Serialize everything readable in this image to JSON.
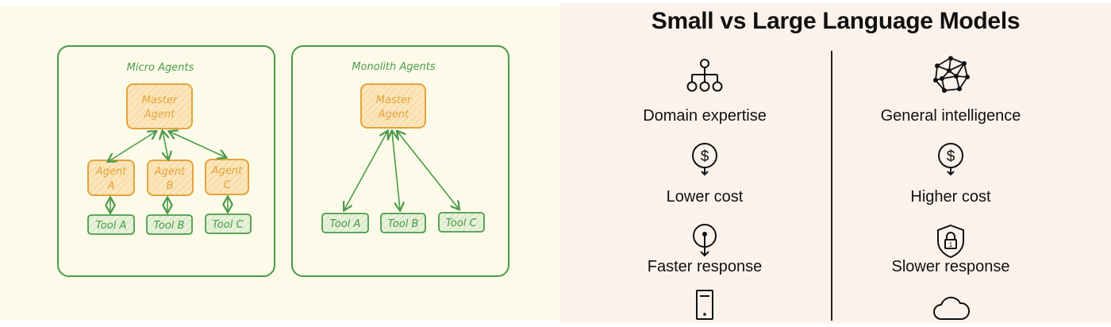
{
  "left_diagram": {
    "micro": {
      "title": "Micro Agents",
      "master": [
        "Master",
        "Agent"
      ],
      "agents": [
        [
          "Agent",
          "A"
        ],
        [
          "Agent",
          "B"
        ],
        [
          "Agent",
          "C"
        ]
      ],
      "tools": [
        "Tool A",
        "Tool B",
        "Tool C"
      ]
    },
    "monolith": {
      "title": "Monolith Agents",
      "master": [
        "Master",
        "Agent"
      ],
      "tools": [
        "Tool A",
        "Tool B",
        "Tool C"
      ]
    },
    "colors": {
      "green": "#4a9a4a",
      "orange": "#e3a33b",
      "orange_fill": "#fbe6bc",
      "green_fill": "#e7f3dc"
    }
  },
  "comparison": {
    "title": "Small vs Large Language Models",
    "small": [
      {
        "icon": "hierarchy-icon",
        "label": "Domain expertise"
      },
      {
        "icon": "dollar-down-icon",
        "label": "Lower cost"
      },
      {
        "icon": "pin-down-icon",
        "label": "Faster response"
      },
      {
        "icon": "server-icon",
        "label": ""
      }
    ],
    "large": [
      {
        "icon": "network-icon",
        "label": "General intelligence"
      },
      {
        "icon": "dollar-down-icon",
        "label": "Higher cost"
      },
      {
        "icon": "shield-lock-icon",
        "label": "Slower response"
      },
      {
        "icon": "cloud-icon",
        "label": ""
      }
    ]
  }
}
